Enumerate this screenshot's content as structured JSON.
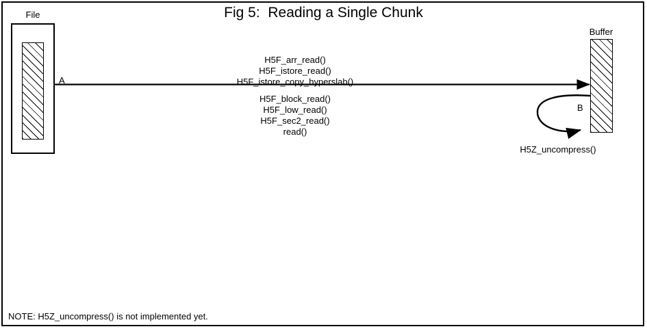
{
  "figure": {
    "title": "Fig 5:  Reading a Single Chunk",
    "note": "NOTE: H5Z_uncompress() is not implemented yet."
  },
  "nodes": {
    "file": {
      "label": "File",
      "fill": "hatched"
    },
    "buffer": {
      "label": "Buffer",
      "fill": "hatched"
    }
  },
  "edges": {
    "a": {
      "label": "A",
      "from": "file",
      "to": "buffer",
      "calls": [
        "H5F_arr_read()",
        "H5F_istore_read()",
        "H5F_istore_copy_hyperslab()",
        "H5F_block_read()",
        "H5F_low_read()",
        "H5F_sec2_read()",
        "read()"
      ]
    },
    "b": {
      "label": "B",
      "from": "buffer",
      "to": "buffer",
      "calls": [
        "H5Z_uncompress()"
      ],
      "call_label": "H5Z_uncompress()"
    }
  },
  "colors": {
    "ink": "#000000",
    "paper": "#ffffff"
  }
}
